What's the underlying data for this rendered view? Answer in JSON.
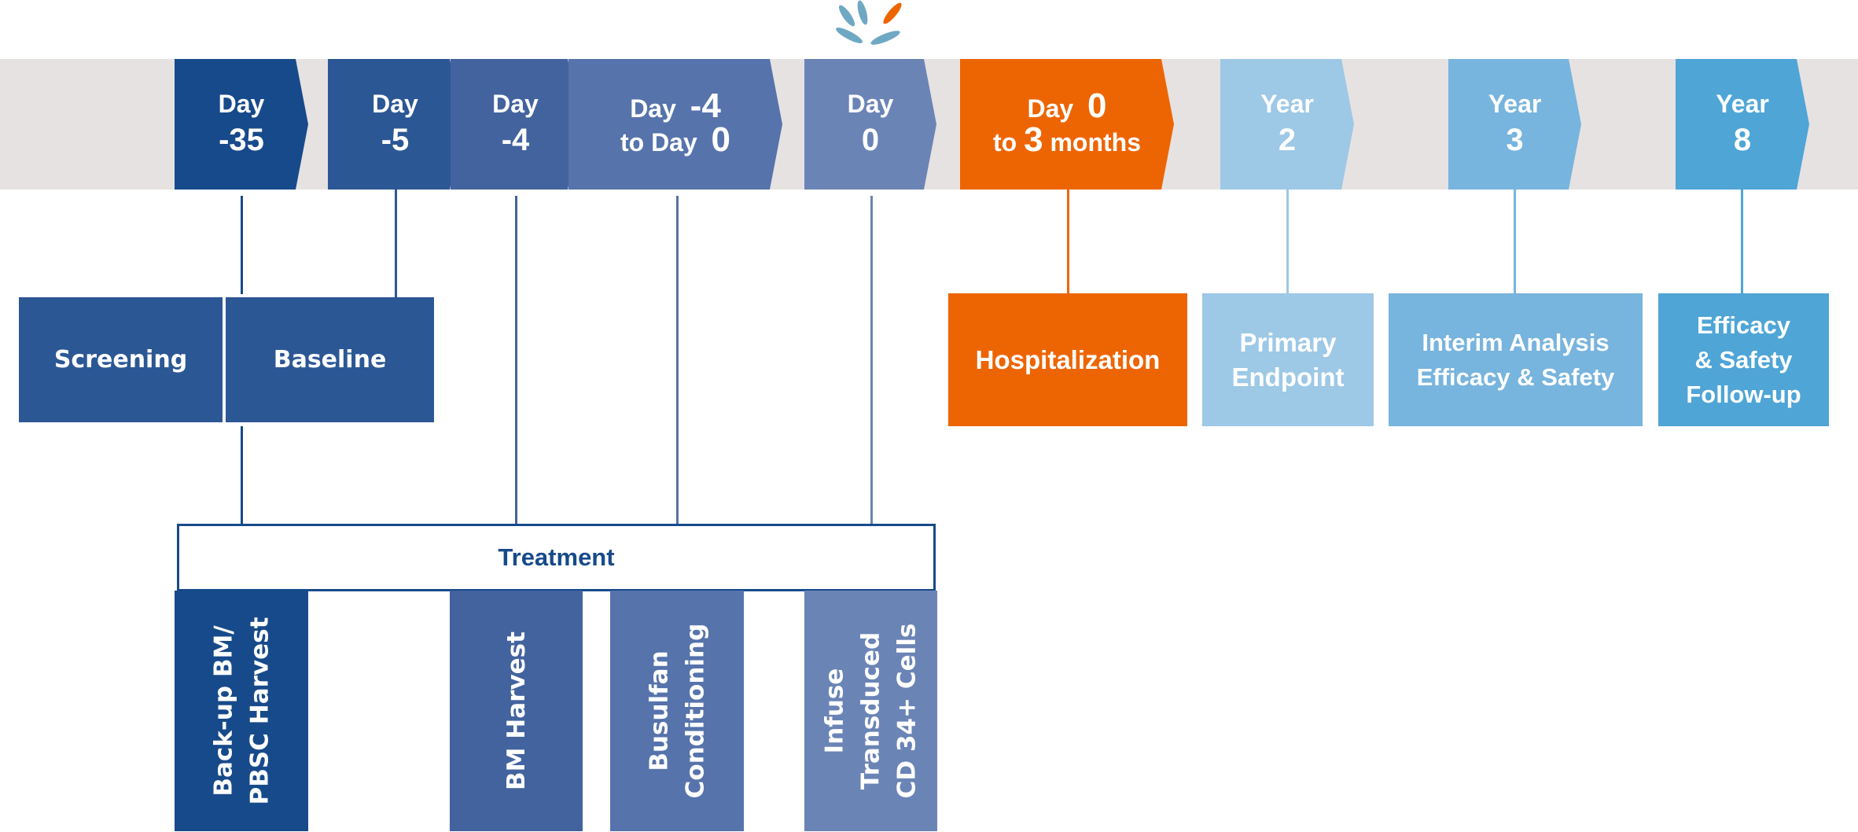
{
  "colors": {
    "band": "#e6e2e2",
    "day_minus35": "#174a8a",
    "day_minus5": "#2c5795",
    "day_minus4": "#42639e",
    "day_minus4_to_0": "#5673ab",
    "day_0": "#6b84b6",
    "hospital_orange": "#ed6503",
    "year2": "#9dc8e6",
    "year3": "#77b4de",
    "year8": "#4ea5d6",
    "logo_blue": "#6fa8c3",
    "logo_orange": "#ed6503"
  },
  "timeline": [
    {
      "id": "day-minus-35",
      "line1": "Day",
      "line2": "-35"
    },
    {
      "id": "day-minus-5",
      "line1": "Day",
      "line2": "-5"
    },
    {
      "id": "day-minus-4",
      "line1": "Day",
      "line2": "-4"
    },
    {
      "id": "day-minus-4-to-0",
      "line1_a": "Day",
      "line1_b": "-4",
      "line2_a": "to Day",
      "line2_b": "0"
    },
    {
      "id": "day-0",
      "line1": "Day",
      "line2": "0"
    },
    {
      "id": "day-0-to-3-months",
      "line1_a": "Day",
      "line1_b": "0",
      "line2_a": "to",
      "line2_b": "3",
      "line2_c": "months"
    },
    {
      "id": "year-2",
      "line1": "Year",
      "line2": "2"
    },
    {
      "id": "year-3",
      "line1": "Year",
      "line2": "3"
    },
    {
      "id": "year-8",
      "line1": "Year",
      "line2": "8"
    }
  ],
  "phases": {
    "screening": "Screening",
    "baseline": "Baseline",
    "hospitalization": "Hospitalization",
    "primary_endpoint": [
      "Primary",
      "Endpoint"
    ],
    "interim_analysis": [
      "Interim Analysis",
      "Efficacy & Safety"
    ],
    "followup": [
      "Efficacy",
      "& Safety",
      "Follow-up"
    ]
  },
  "treatment": {
    "title": "Treatment",
    "steps": [
      [
        "Back-up BM/",
        "PBSC Harvest"
      ],
      [
        "BM Harvest"
      ],
      [
        "Busulfan",
        "Conditioning"
      ],
      [
        "Infuse",
        "Transduced",
        "CD 34+ Cells"
      ]
    ]
  }
}
